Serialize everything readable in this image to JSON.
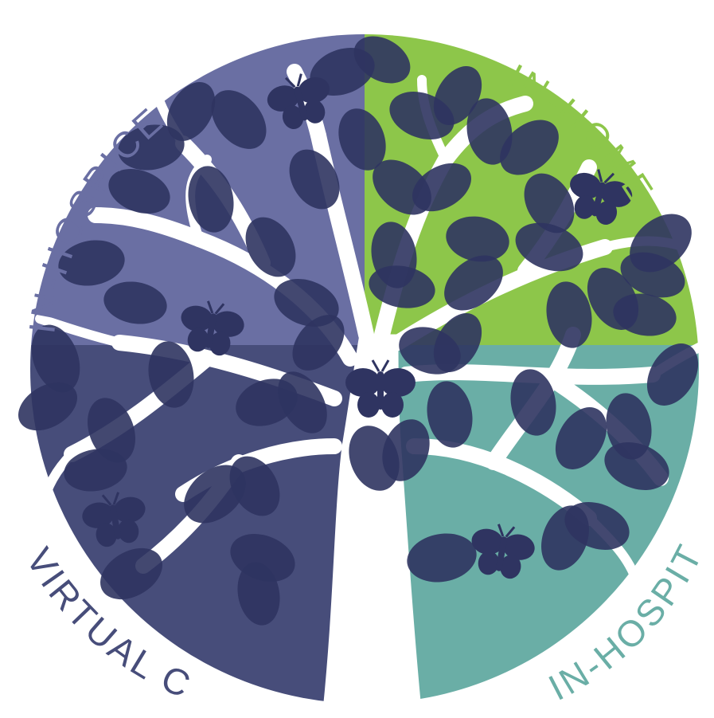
{
  "labels": {
    "in_hospice": "IN-HOSPICE",
    "in_home": "IN-HOME",
    "virtual_care": "VIRTUAL CARE",
    "in_hospital": "IN-HOSPITAL"
  },
  "colors": {
    "in_hospice": "#6a6fa3",
    "in_home": "#8dc64a",
    "virtual_care": "#474d7a",
    "in_hospital": "#6aaea6",
    "leaf": "#2f3461",
    "tree": "#ffffff"
  },
  "icons": {
    "tree": "tree-icon",
    "leaf": "leaf-icon",
    "butterfly": "butterfly-icon"
  }
}
